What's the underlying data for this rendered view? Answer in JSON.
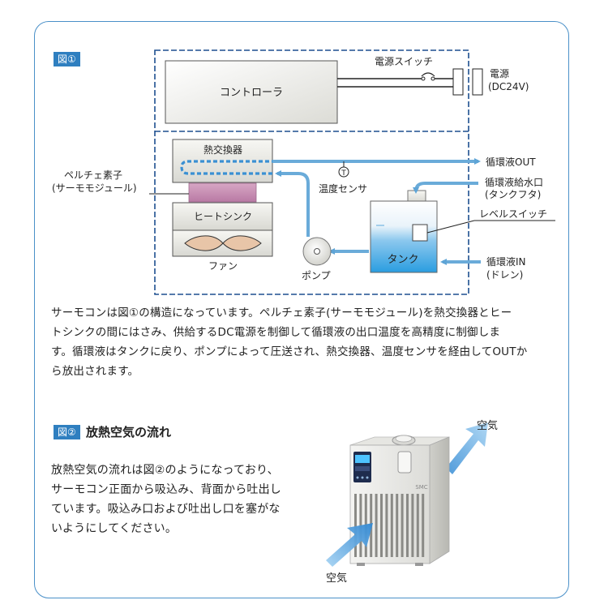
{
  "fig1": {
    "tag": "図①",
    "controller": "コントローラ",
    "power_switch": "電源スイッチ",
    "power": "電源",
    "power_spec": "(DC24V)",
    "heat_exchanger": "熱交換器",
    "peltier_1": "ペルチェ素子",
    "peltier_2": "(サーモモジュール)",
    "heat_sink": "ヒートシンク",
    "fan": "ファン",
    "temp_sensor": "温度センサ",
    "temp_symbol": "T",
    "pump": "ポンプ",
    "tank": "タンク",
    "circ_out": "循環液OUT",
    "fill_port_1": "循環液給水口",
    "fill_port_2": "(タンクフタ)",
    "level_switch": "レベルスイッチ",
    "circ_in_1": "循環液IN",
    "circ_in_2": "(ドレン)"
  },
  "text1": {
    "line1": "サーモコンは図①の構造になっています。ペルチェ素子(サーモモジュール)を熱交換器とヒー",
    "line2": "トシンクの間にはさみ、供給するDC電源を制御して循環液の出口温度を高精度に制御しま",
    "line3": "す。循環液はタンクに戻り、ポンプによって圧送され、熱交換器、温度センサを経由してOUTか",
    "line4": "ら放出されます。"
  },
  "fig2": {
    "tag": "図②",
    "title": "放熱空気の流れ",
    "air_out": "空気",
    "air_in": "空気",
    "brand": "SMC"
  },
  "text2": {
    "line1": "放熱空気の流れは図②のようになっており、",
    "line2": "サーモコン正面から吸込み、背面から吐出し",
    "line3": "ています。吸込み口および吐出し口を塞がな",
    "line4": "いようにしてください。"
  }
}
